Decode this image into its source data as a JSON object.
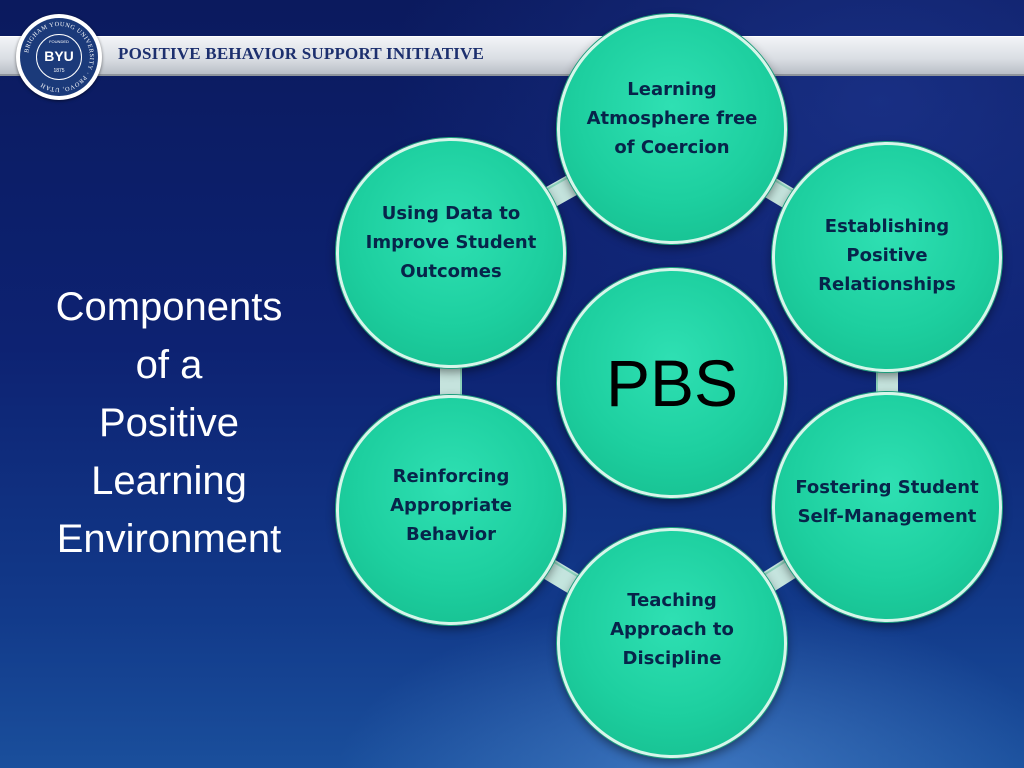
{
  "header": {
    "title": "POSITIVE BEHAVIOR SUPPORT INITIATIVE"
  },
  "seal": {
    "founded": "FOUNDED",
    "name": "BYU",
    "year": "1875",
    "ring_text": "BRIGHAM YOUNG UNIVERSITY · PROVO, UTAH"
  },
  "heading": {
    "lines": [
      "Components",
      "of a",
      "Positive",
      "Learning",
      "Environment"
    ]
  },
  "diagram": {
    "center": "PBS",
    "top": "Learning Atmosphere free of Coercion",
    "top_left": "Using Data to Improve Student Outcomes",
    "top_right": "Establishing Positive Relationships",
    "bottom_left": "Reinforcing Appropriate Behavior",
    "bottom_right": "Fostering Student Self-Management",
    "bottom": "Teaching Approach to Discipline"
  },
  "colors": {
    "circle_fill": "#1dcf9f",
    "circle_text": "#07244a",
    "connector": "#cfeee3",
    "heading_text": "#ffffff",
    "header_title": "#1c2f6e"
  }
}
